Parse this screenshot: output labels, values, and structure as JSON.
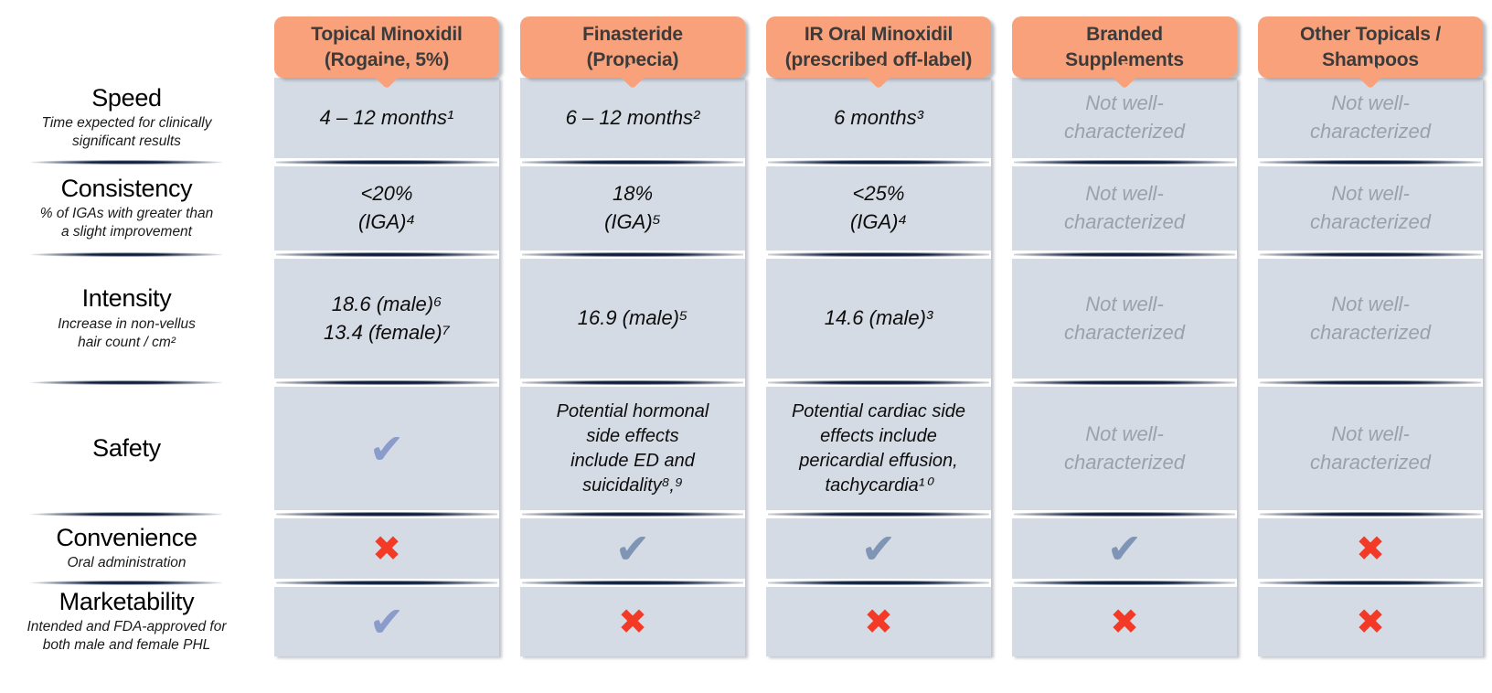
{
  "palette": {
    "header-fill": "#f9a17b",
    "header-text": "#3b3b3b",
    "cell-fill": "#d5dbe4",
    "divider-navy": "#0e1f3e",
    "check-blue": "#8b9ccc",
    "check-slate": "#7e95b5",
    "cross-red": "#f23a27",
    "na-text": "#9ba1ab"
  },
  "icons": {
    "check": "✔",
    "cross": "✖"
  },
  "columns": [
    {
      "title": "Topical Minoxidil\n(Rogaine, 5%)"
    },
    {
      "title": "Finasteride\n(Propecia)"
    },
    {
      "title": "IR Oral Minoxidil\n(prescribed off-label)"
    },
    {
      "title": "Branded\nSupplements"
    },
    {
      "title": "Other Topicals /\nShampoos"
    }
  ],
  "rows": [
    {
      "title": "Speed",
      "subtitle": "Time expected for clinically\nsignificant results"
    },
    {
      "title": "Consistency",
      "subtitle": "% of IGAs with greater than\na slight improvement"
    },
    {
      "title": "Intensity",
      "subtitle": "Increase in non-vellus\nhair count / cm²"
    },
    {
      "title": "Safety",
      "subtitle": ""
    },
    {
      "title": "Convenience",
      "subtitle": "Oral administration"
    },
    {
      "title": "Marketability",
      "subtitle": "Intended and FDA-approved for\nboth male and female PHL"
    }
  ],
  "cells": {
    "speed": [
      {
        "type": "text",
        "text": "4 – 12 months¹"
      },
      {
        "type": "text",
        "text": "6 – 12 months²"
      },
      {
        "type": "text",
        "text": "6 months³"
      },
      {
        "type": "na",
        "text": "Not well-\ncharacterized"
      },
      {
        "type": "na",
        "text": "Not well-\ncharacterized"
      }
    ],
    "consistency": [
      {
        "type": "text",
        "text": "<20%\n(IGA)⁴"
      },
      {
        "type": "text",
        "text": "18%\n(IGA)⁵"
      },
      {
        "type": "text",
        "text": "<25%\n(IGA)⁴"
      },
      {
        "type": "na",
        "text": "Not well-\ncharacterized"
      },
      {
        "type": "na",
        "text": "Not well-\ncharacterized"
      }
    ],
    "intensity": [
      {
        "type": "text",
        "text": "18.6 (male)⁶\n13.4 (female)⁷"
      },
      {
        "type": "text",
        "text": "16.9 (male)⁵"
      },
      {
        "type": "text",
        "text": "14.6 (male)³"
      },
      {
        "type": "na",
        "text": "Not well-\ncharacterized"
      },
      {
        "type": "na",
        "text": "Not well-\ncharacterized"
      }
    ],
    "safety": [
      {
        "type": "check",
        "glyph": "✔"
      },
      {
        "type": "text",
        "text": "Potential hormonal\nside effects\ninclude ED and\nsuicidality⁸,⁹"
      },
      {
        "type": "text",
        "text": "Potential cardiac side\neffects include\npericardial effusion,\ntachycardia¹⁰"
      },
      {
        "type": "na",
        "text": "Not well-\ncharacterized"
      },
      {
        "type": "na",
        "text": "Not well-\ncharacterized"
      }
    ],
    "convenience": [
      {
        "type": "cross",
        "glyph": "✖"
      },
      {
        "type": "check",
        "glyph": "✔"
      },
      {
        "type": "check",
        "glyph": "✔"
      },
      {
        "type": "check",
        "glyph": "✔"
      },
      {
        "type": "cross",
        "glyph": "✖"
      }
    ],
    "marketability": [
      {
        "type": "check",
        "glyph": "✔"
      },
      {
        "type": "cross",
        "glyph": "✖"
      },
      {
        "type": "cross",
        "glyph": "✖"
      },
      {
        "type": "cross",
        "glyph": "✖"
      },
      {
        "type": "cross",
        "glyph": "✖"
      }
    ]
  }
}
